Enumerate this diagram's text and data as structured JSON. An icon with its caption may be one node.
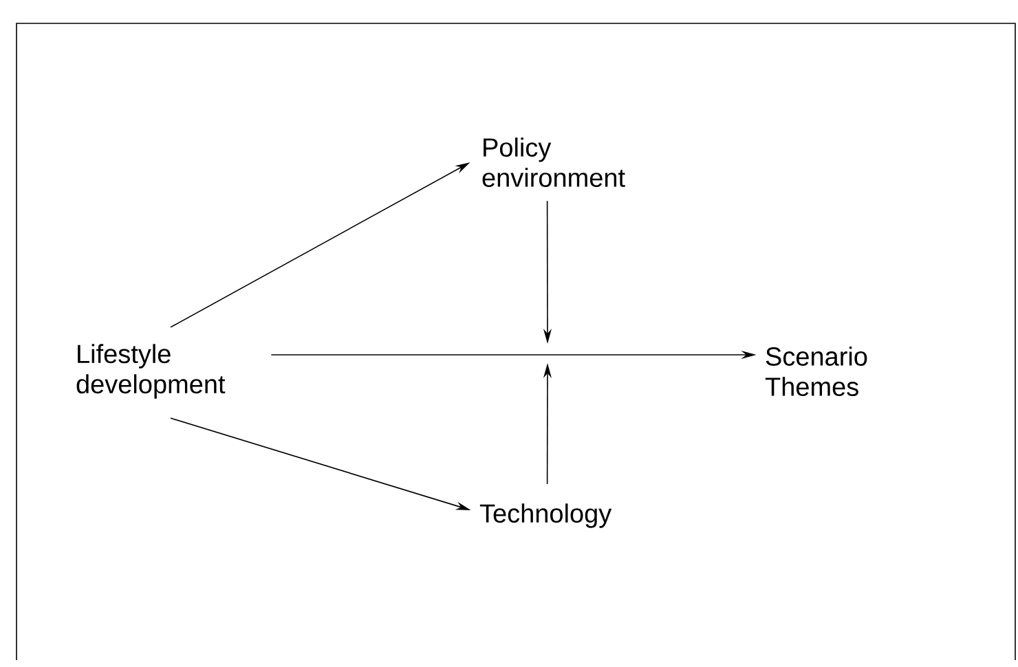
{
  "diagram": {
    "nodes": [
      {
        "text": [
          "Lifestyle development"
        ]
      },
      {
        "text": [
          "Policy environment"
        ]
      },
      {
        "text": [
          "Scenario Themes"
        ]
      },
      {
        "text": [
          "Technology"
        ]
      }
    ],
    "edges": [
      {
        "from": 0,
        "to": 1,
        "arrow": "to"
      },
      {
        "from": 0,
        "to": 2,
        "arrow": "to"
      },
      {
        "from": 0,
        "to": 3,
        "arrow": "to"
      },
      {
        "from": 1,
        "to": null,
        "arrow": "to"
      },
      {
        "from": 3,
        "to": null,
        "arrow": "to"
      }
    ]
  }
}
